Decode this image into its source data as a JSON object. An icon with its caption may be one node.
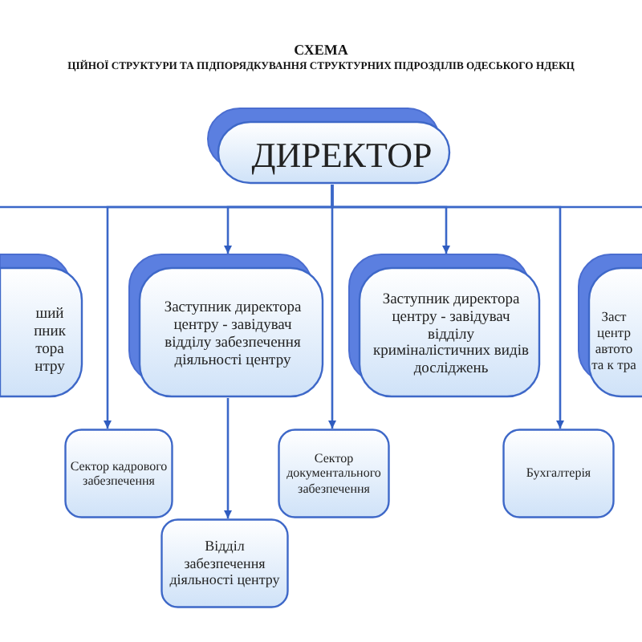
{
  "diagram": {
    "title": "СХЕМА ЦІЙНОЇ СТРУКТУРИ ТА ПІДПОРЯДКУВАННЯ СТРУКТУРНИХ ПІДРОЗДІЛІВ ОДЕСЬКОГО НДЕКЦ",
    "nodes": [
      {
        "text": [
          "ДИРЕКТОР"
        ]
      },
      {
        "text": [
          "ший пник тора нтру"
        ]
      },
      {
        "text": [
          "Заступник директора центру - завідувач відділу забезпечення діяльності центру"
        ]
      },
      {
        "text": [
          "Заступник директора центру - завідувач відділу криміналістичних видів досліджень"
        ]
      },
      {
        "text": [
          "Заст центр автото та к тра"
        ]
      },
      {
        "text": [
          "Сектор кадрового забезпечення"
        ]
      },
      {
        "text": [
          "Відділ забезпечення діяльності центру"
        ]
      },
      {
        "text": [
          "Сектор документального забезпечення"
        ]
      },
      {
        "text": [
          "Бухгалтерія"
        ]
      }
    ],
    "edges": [
      {
        "from": 0,
        "to": 1,
        "arrow": "to"
      },
      {
        "from": 0,
        "to": 2,
        "arrow": "to"
      },
      {
        "from": 0,
        "to": 3,
        "arrow": "to"
      },
      {
        "from": 0,
        "to": 4,
        "arrow": "to"
      },
      {
        "from": 0,
        "to": 5,
        "arrow": "to"
      },
      {
        "from": 0,
        "to": 7,
        "arrow": "to"
      },
      {
        "from": 0,
        "to": 8,
        "arrow": "to"
      },
      {
        "from": 2,
        "to": 6,
        "arrow": "to"
      }
    ]
  }
}
